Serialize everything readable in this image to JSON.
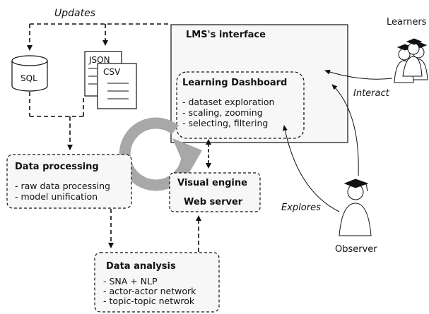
{
  "labels": {
    "updates": "Updates",
    "lms_interface": "LMS's interface",
    "learners": "Learners",
    "interact": "Interact",
    "explores": "Explores",
    "observer": "Observer"
  },
  "sources": {
    "sql": "SQL",
    "json": "JSON",
    "csv": "CSV"
  },
  "dashboard": {
    "title": "Learning Dashboard",
    "items": [
      "- dataset exploration",
      "- scaling, zooming",
      "- selecting, filtering"
    ]
  },
  "data_processing": {
    "title": "Data processing",
    "items": [
      "- raw data processing",
      "- model unification"
    ]
  },
  "visual_engine": {
    "line1": "Visual engine",
    "line2": "Web server"
  },
  "data_analysis": {
    "title": "Data analysis",
    "items": [
      "- SNA + NLP",
      "- actor-actor network",
      "- topic-topic netwrok"
    ]
  },
  "colors": {
    "box_fill": "#f7f7f7",
    "cycle_arrow": "#a8a8a8",
    "stroke": "#111111"
  }
}
